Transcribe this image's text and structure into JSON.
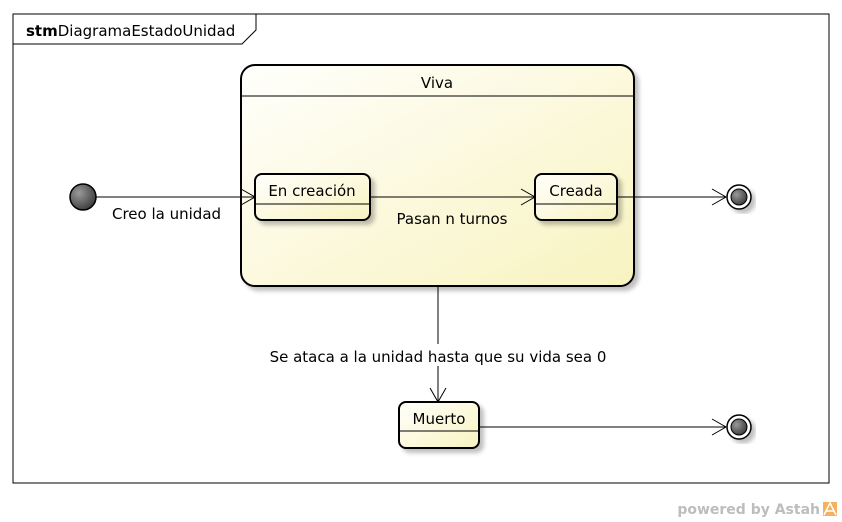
{
  "frame": {
    "keyword": "stm",
    "name": "DiagramaEstadoUnidad"
  },
  "states": {
    "composite_name": "Viva",
    "en_creacion": "En creación",
    "creada": "Creada",
    "muerto": "Muerto"
  },
  "transitions": {
    "initial_to_en_creacion": "Creo la unidad",
    "en_creacion_to_creada": "Pasan n turnos",
    "viva_to_muerto": "Se ataca a la unidad hasta que su vida sea 0"
  },
  "footer": {
    "powered_by": "powered by Astah"
  },
  "colors": {
    "state_fill_light": "#fffff0",
    "state_fill_dark": "#fbf7c8",
    "stroke": "#000000",
    "pseudo_fill": "#555555"
  }
}
